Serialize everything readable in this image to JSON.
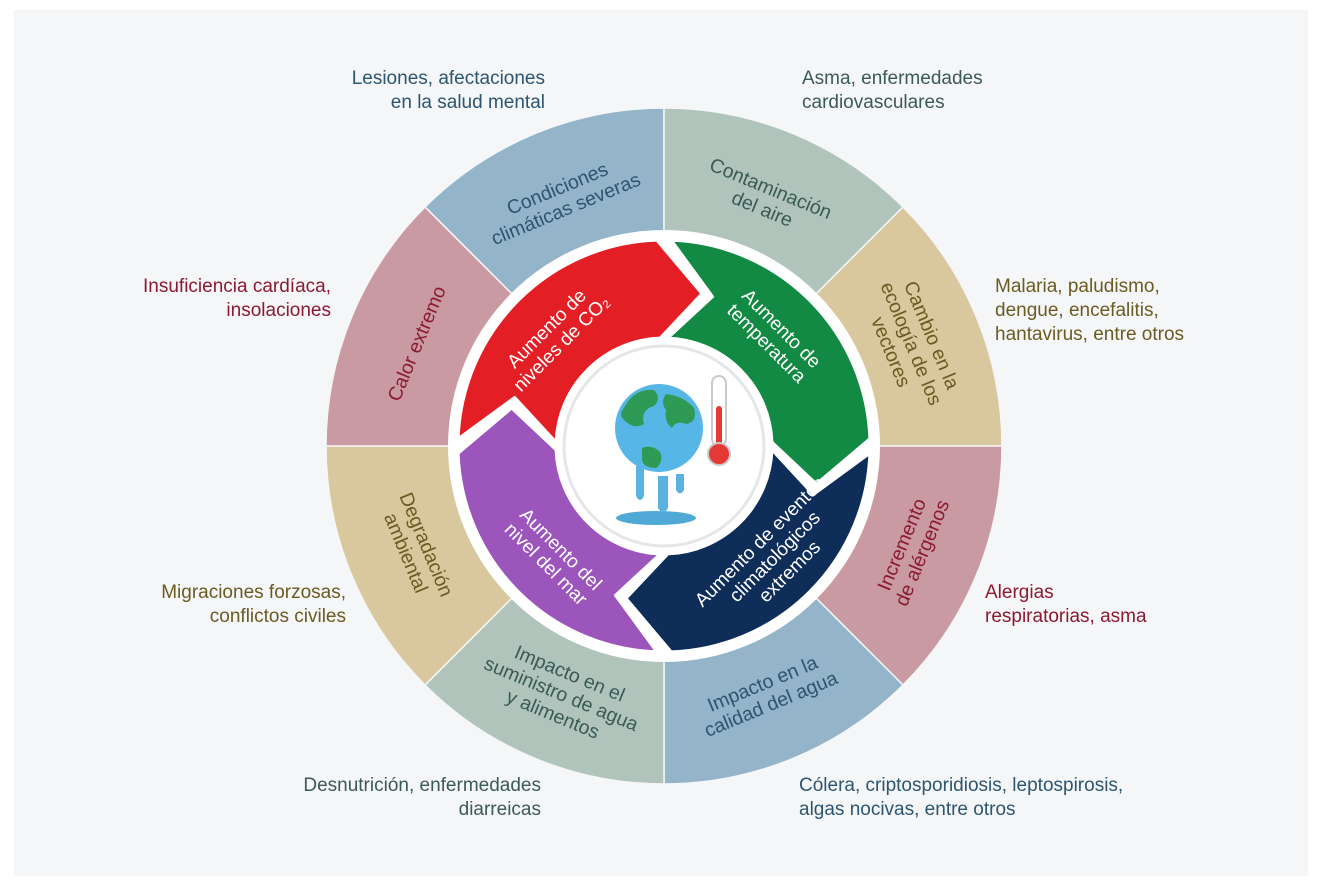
{
  "center_icon": "melting-earth-thermometer-icon",
  "colors": {
    "background": "#f5f6f7",
    "blue_seg": "#93b4c9",
    "grey_seg": "#b0c4bb",
    "tan_seg": "#d9c79e",
    "pink_seg": "#c99aa1",
    "red": "#e31e24",
    "green": "#138a43",
    "navy": "#0e2d59",
    "purple": "#9c55ba",
    "text_blue": "#2c5570",
    "text_teal": "#3a5a58",
    "text_brown": "#6b5a22",
    "text_maroon": "#8b1a31"
  },
  "inner_ring": [
    {
      "id": "co2",
      "lines": [
        "Aumento de",
        "niveles de CO₂"
      ]
    },
    {
      "id": "temp",
      "lines": [
        "Aumento de",
        "temperatura"
      ]
    },
    {
      "id": "events",
      "lines": [
        "Aumento de eventos",
        "climatológicos",
        "extremos"
      ]
    },
    {
      "id": "sea",
      "lines": [
        "Aumento del",
        "nivel del mar"
      ]
    }
  ],
  "outer_ring": [
    {
      "id": "severe",
      "lines": [
        "Condiciones",
        "climáticas severas"
      ]
    },
    {
      "id": "air",
      "lines": [
        "Contaminación",
        "del aire"
      ]
    },
    {
      "id": "vectors",
      "lines": [
        "Cambio en la",
        "ecología de los",
        "vectores"
      ]
    },
    {
      "id": "allergens",
      "lines": [
        "Incremento",
        "de alérgenos"
      ]
    },
    {
      "id": "water_quality",
      "lines": [
        "Impacto en la",
        "calidad del agua"
      ]
    },
    {
      "id": "water_supply",
      "lines": [
        "Impacto en el",
        "suministro de agua",
        "y alimentos"
      ]
    },
    {
      "id": "degradation",
      "lines": [
        "Degradación",
        "ambiental"
      ]
    },
    {
      "id": "heat",
      "lines": [
        "Calor extremo"
      ]
    }
  ],
  "health_impacts": [
    {
      "id": "severe",
      "lines": [
        "Lesiones, afectaciones",
        "en la salud mental"
      ]
    },
    {
      "id": "air",
      "lines": [
        "Asma, enfermedades",
        "cardiovasculares"
      ]
    },
    {
      "id": "vectors",
      "lines": [
        "Malaria, paludismo,",
        "dengue, encefalitis,",
        "hantavirus, entre otros"
      ]
    },
    {
      "id": "allergens",
      "lines": [
        "Alergias",
        "respiratorias, asma"
      ]
    },
    {
      "id": "water_quality",
      "lines": [
        "Cólera, criptosporidiosis, leptospirosis,",
        "algas nocivas, entre otros"
      ]
    },
    {
      "id": "water_supply",
      "lines": [
        "Desnutrición, enfermedades",
        "diarreicas"
      ]
    },
    {
      "id": "degradation",
      "lines": [
        "Migraciones forzosas,",
        "conflictos civiles"
      ]
    },
    {
      "id": "heat",
      "lines": [
        "Insuficiencia cardíaca,",
        "insolaciones"
      ]
    }
  ]
}
